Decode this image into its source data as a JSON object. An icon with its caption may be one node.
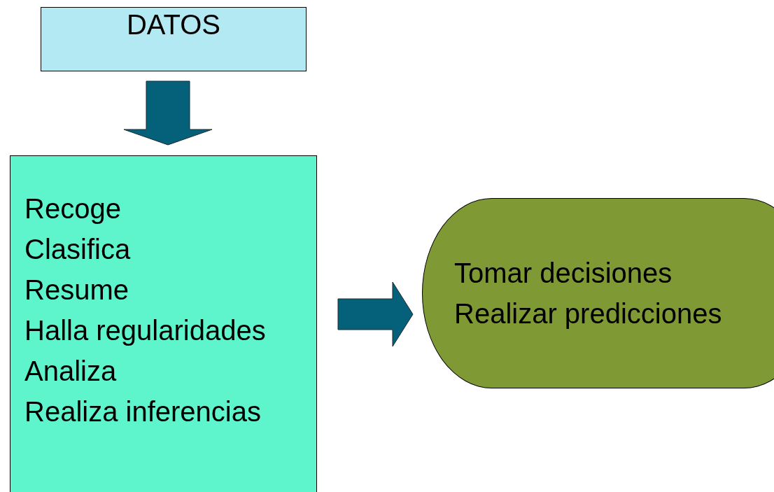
{
  "diagram": {
    "nodes": [
      {
        "text": [
          "DATOS"
        ]
      },
      {
        "text": [
          "Recoge",
          "Clasifica",
          "Resume",
          "Halla regularidades",
          "Analiza",
          "Realiza inferencias"
        ]
      },
      {
        "text": [
          "Tomar decisiones",
          "Realizar predicciones"
        ]
      }
    ],
    "edges": [
      {
        "from": 0,
        "to": 1,
        "arrow": "to",
        "style": "thick",
        "color": "#05607a"
      },
      {
        "from": 1,
        "to": 2,
        "arrow": "to",
        "style": "thick",
        "color": "#05607a"
      }
    ]
  }
}
